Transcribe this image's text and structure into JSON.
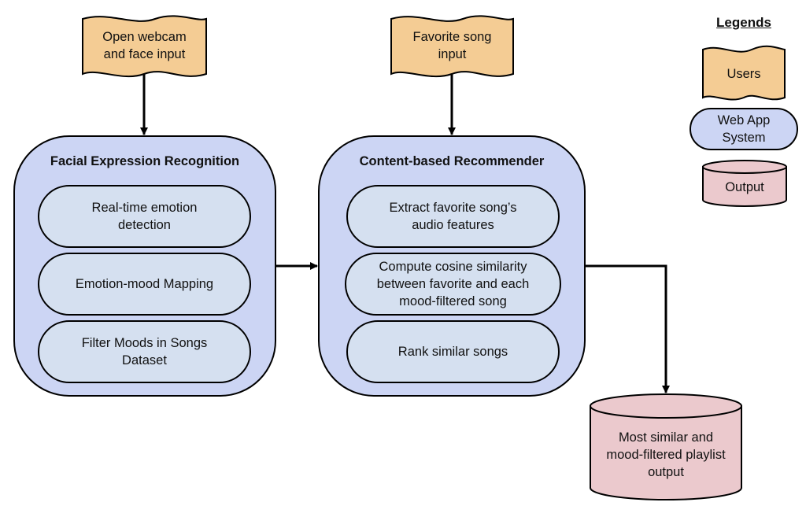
{
  "colors": {
    "user_fill": "#f4cc94",
    "system_fill": "#ccd5f4",
    "inner_fill": "#d5e0f0",
    "output_fill": "#ebc9cd",
    "stroke": "#000000"
  },
  "inputs": {
    "webcam": "Open webcam\nand face input",
    "favorite_song": "Favorite song\ninput"
  },
  "fer": {
    "title": "Facial Expression Recognition",
    "steps": [
      "Real-time emotion\ndetection",
      "Emotion-mood Mapping",
      "Filter Moods in Songs\nDataset"
    ]
  },
  "recommender": {
    "title": "Content-based Recommender",
    "steps": [
      "Extract favorite song’s\naudio features",
      "Compute cosine similarity\nbetween favorite and each\nmood-filtered song",
      "Rank similar songs"
    ]
  },
  "output": {
    "label": "Most similar and\nmood-filtered playlist\noutput"
  },
  "legend": {
    "title": "Legends",
    "users": "Users",
    "system": "Web App\nSystem",
    "output": "Output"
  }
}
